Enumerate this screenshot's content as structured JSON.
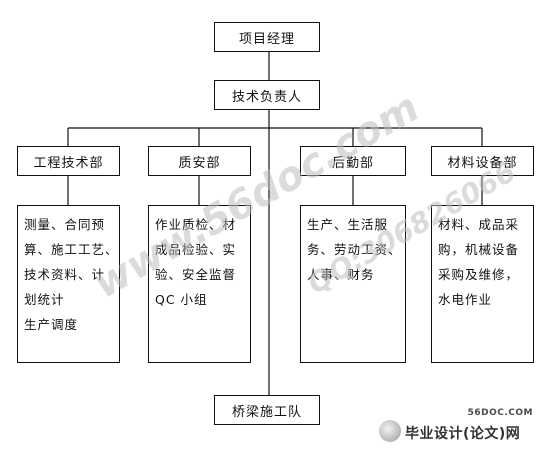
{
  "nodes": {
    "manager": "项目经理",
    "tech_lead": "技术负责人",
    "engineering": "工程技术部",
    "quality": "质安部",
    "logistics": "后勤部",
    "materials": "材料设备部",
    "team": "桥梁施工队"
  },
  "duties": {
    "engineering": [
      "测量、合同预",
      "算、施工工艺、",
      "技术资料、计",
      "划统计",
      "生产调度"
    ],
    "quality": [
      "作业质检、材",
      "成品检验、实",
      "验、安全监督",
      "QC 小组"
    ],
    "logistics": [
      "生产、生活服",
      "务、劳动工资、",
      "人事、财务"
    ],
    "materials": [
      "材料、成品采",
      "购，机械设备",
      "采购及维修，",
      "水电作业"
    ]
  },
  "watermarks": {
    "main": "www.56doc.com",
    "qq": "QQ:306826066"
  },
  "logo": {
    "url": "56DOC.COM",
    "text": "毕业设计(论文)网"
  }
}
